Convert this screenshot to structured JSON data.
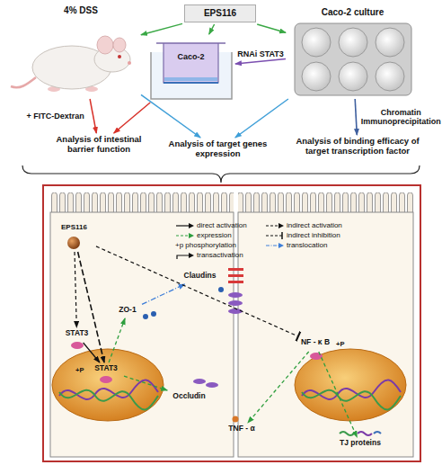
{
  "diagram": {
    "nodes": [
      {
        "text": [
          "4% DSS"
        ]
      },
      {
        "text": [
          "EPS116"
        ]
      },
      {
        "text": [
          "Caco-2"
        ]
      },
      {
        "text": [
          "Caco-2 culture"
        ]
      },
      {
        "text": [
          "Analysis of intestinal barrier function"
        ]
      },
      {
        "text": [
          "Analysis of target genes expression"
        ]
      },
      {
        "text": [
          "Analysis of binding efficacy of target transcription factor"
        ]
      },
      {
        "text": [
          "EPS116"
        ]
      },
      {
        "text": [
          "STAT3"
        ]
      },
      {
        "text": [
          "STAT3"
        ]
      },
      {
        "text": [
          "ZO-1"
        ]
      },
      {
        "text": [
          "Claudins"
        ]
      },
      {
        "text": [
          "Occludin"
        ]
      },
      {
        "text": [
          "NF - κ B"
        ]
      },
      {
        "text": [
          "TNF - α"
        ]
      },
      {
        "text": [
          "TJ proteins"
        ]
      }
    ],
    "edges": [
      {
        "from": 1,
        "to": 0,
        "arrow": "to"
      },
      {
        "from": 1,
        "to": 2,
        "arrow": "to"
      },
      {
        "from": 1,
        "to": 3,
        "arrow": "to"
      },
      {
        "from": 3,
        "to": 2,
        "arrow": "to",
        "label": "RNAi STAT3"
      },
      {
        "from": 0,
        "to": 4,
        "arrow": "to",
        "label": "+ FITC-Dextran"
      },
      {
        "from": 2,
        "to": 4,
        "arrow": "to"
      },
      {
        "from": 0,
        "to": 5,
        "arrow": "to"
      },
      {
        "from": 3,
        "to": 5,
        "arrow": "to"
      },
      {
        "from": 3,
        "to": 6,
        "arrow": "to",
        "label": "Chromatin Immunoprecipitation"
      },
      {
        "from": 7,
        "to": 8,
        "arrow": "to"
      },
      {
        "from": 7,
        "to": 9,
        "arrow": "to"
      },
      {
        "from": 8,
        "to": 9,
        "arrow": "to"
      },
      {
        "from": 9,
        "to": 10,
        "arrow": "to"
      },
      {
        "from": 9,
        "to": 12,
        "arrow": "to"
      },
      {
        "from": 10,
        "to": 11,
        "arrow": "to"
      },
      {
        "from": 7,
        "to": 13,
        "arrow": "to"
      },
      {
        "from": 13,
        "to": 14,
        "arrow": "to"
      },
      {
        "from": 13,
        "to": 15,
        "arrow": "to"
      }
    ],
    "labels": [
      "+P",
      "+P"
    ],
    "legend": [
      {
        "text": "direct activation"
      },
      {
        "text": "indirect activation"
      },
      {
        "text": "expression"
      },
      {
        "text": "indirect inhibition"
      },
      {
        "text": "+p phosphorylation"
      },
      {
        "text": "translocation"
      },
      {
        "text": "transactivation"
      }
    ]
  }
}
